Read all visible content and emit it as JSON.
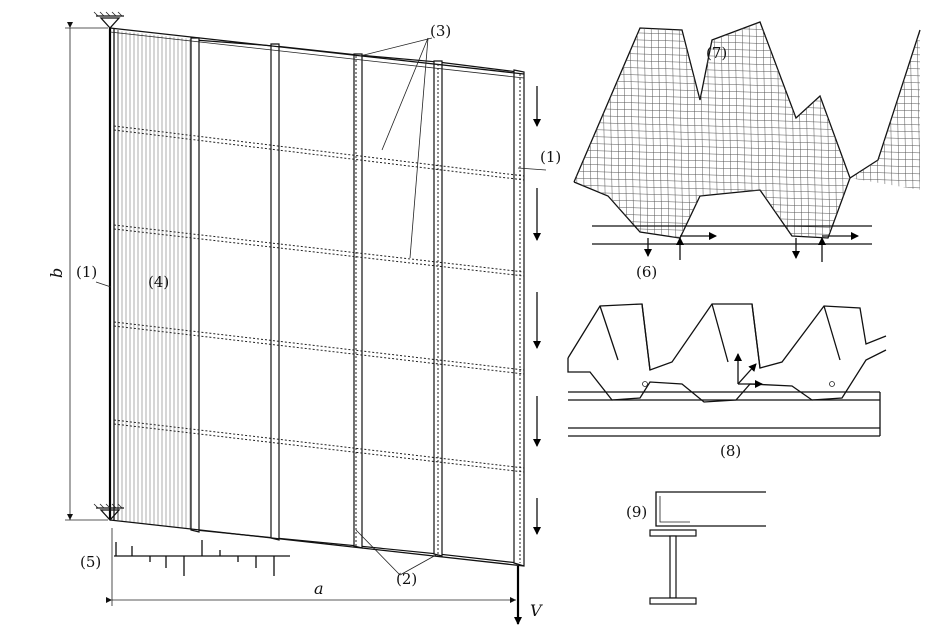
{
  "labels": {
    "l1_left": "(1)",
    "l1_right": "(1)",
    "l2": "(2)",
    "l3": "(3)",
    "l4": "(4)",
    "l5": "(5)",
    "l6": "(6)",
    "l7": "(7)",
    "l8": "(8)",
    "l9": "(9)",
    "dim_a": "a",
    "dim_b": "b",
    "load_V": "V"
  },
  "colors": {
    "line": "#111111",
    "mesh": "#555555",
    "background": "#ffffff"
  },
  "icons": [
    "pin-support-icon",
    "arrow-down-icon",
    "arrow-right-icon"
  ]
}
